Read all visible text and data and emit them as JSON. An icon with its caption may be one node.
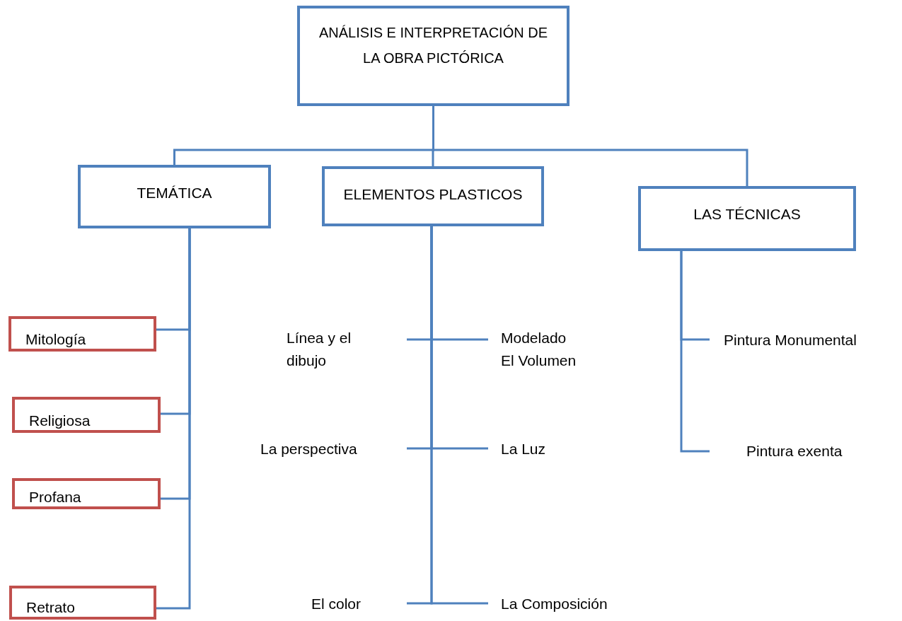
{
  "diagram": {
    "nodes": [
      {
        "text": [
          "ANÁLISIS E INTERPRETACIÓN DE LA OBRA PICTÓRICA"
        ]
      },
      {
        "text": [
          "TEMÁTICA"
        ]
      },
      {
        "text": [
          "ELEMENTOS PLASTICOS"
        ]
      },
      {
        "text": [
          "LAS TÉCNICAS"
        ]
      },
      {
        "text": [
          "Mitología"
        ]
      },
      {
        "text": [
          "Línea y el dibujo"
        ]
      },
      {
        "text": [
          "Modelado",
          "El Volumen"
        ]
      },
      {
        "text": [
          "Pintura Monumental"
        ]
      },
      {
        "text": [
          "Religiosa"
        ]
      },
      {
        "text": [
          "La perspectiva"
        ]
      },
      {
        "text": [
          "La Luz"
        ]
      },
      {
        "text": [
          "Pintura exenta"
        ]
      },
      {
        "text": [
          "Profana"
        ]
      },
      {
        "text": [
          "El color"
        ]
      },
      {
        "text": [
          "La Composición"
        ]
      },
      {
        "text": [
          "Retrato"
        ]
      }
    ],
    "edges": [
      {
        "from": 0,
        "to": 1,
        "arrow": "none"
      },
      {
        "from": 0,
        "to": 2,
        "arrow": "none"
      },
      {
        "from": 0,
        "to": 3,
        "arrow": "none"
      },
      {
        "from": 1,
        "to": 4,
        "arrow": "none"
      },
      {
        "from": 1,
        "to": 8,
        "arrow": "none"
      },
      {
        "from": 1,
        "to": 12,
        "arrow": "none"
      },
      {
        "from": 1,
        "to": 15,
        "arrow": "none"
      },
      {
        "from": 2,
        "to": 5,
        "arrow": "none"
      },
      {
        "from": 2,
        "to": 6,
        "arrow": "none"
      },
      {
        "from": 2,
        "to": 9,
        "arrow": "none"
      },
      {
        "from": 2,
        "to": 10,
        "arrow": "none"
      },
      {
        "from": 2,
        "to": 13,
        "arrow": "none"
      },
      {
        "from": 2,
        "to": 14,
        "arrow": "none"
      },
      {
        "from": 3,
        "to": 7,
        "arrow": "none"
      },
      {
        "from": 3,
        "to": 11,
        "arrow": "none"
      }
    ]
  }
}
